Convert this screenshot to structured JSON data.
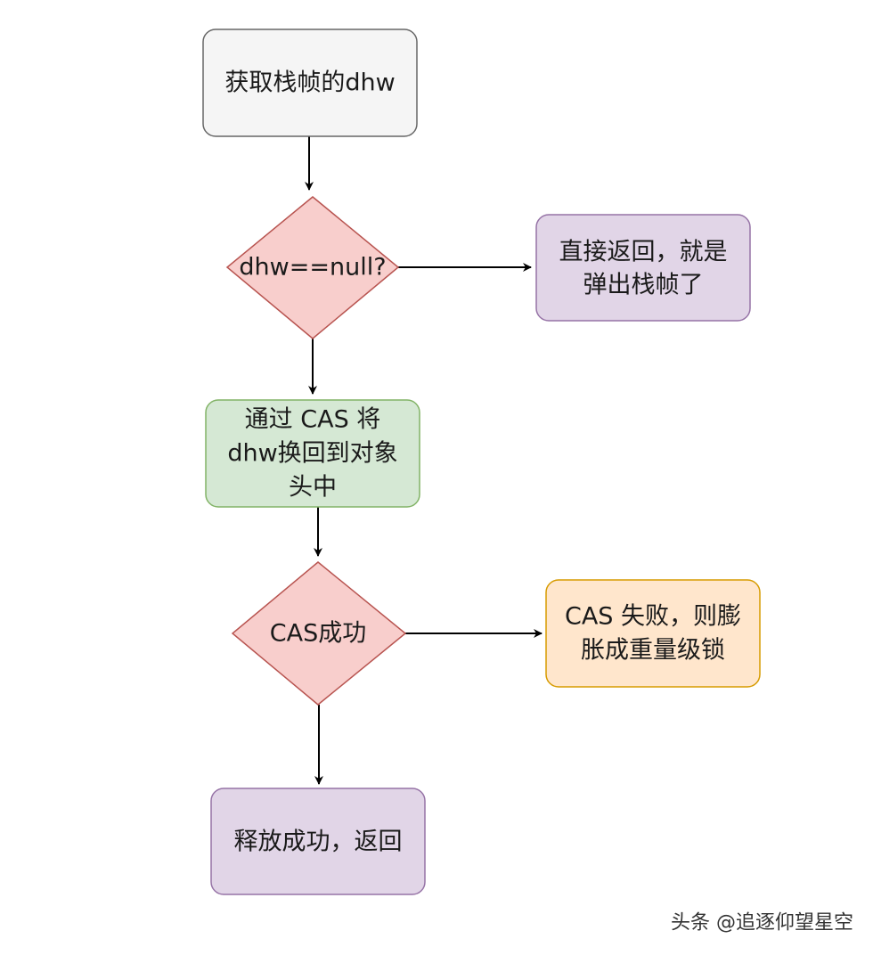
{
  "nodes": {
    "get_dhw": {
      "lines": [
        "获取栈帧的dhw"
      ],
      "fill": "#f5f5f5",
      "stroke": "#666666"
    },
    "check_null": {
      "lines": [
        "dhw==null?"
      ],
      "fill": "#f8cecc",
      "stroke": "#b85450"
    },
    "return_pop": {
      "lines": [
        "直接返回，就是",
        "弹出栈帧了"
      ],
      "fill": "#e1d5e7",
      "stroke": "#9673a6"
    },
    "cas_swap": {
      "lines": [
        "通过 CAS 将",
        "dhw换回到对象",
        "头中"
      ],
      "fill": "#d5e8d4",
      "stroke": "#82b366"
    },
    "cas_success": {
      "lines": [
        "CAS成功"
      ],
      "fill": "#f8cecc",
      "stroke": "#b85450"
    },
    "cas_fail": {
      "lines": [
        "CAS 失败，则膨",
        "胀成重量级锁"
      ],
      "fill": "#ffe6cc",
      "stroke": "#d79b00"
    },
    "release_ok": {
      "lines": [
        "释放成功，返回"
      ],
      "fill": "#e1d5e7",
      "stroke": "#9673a6"
    }
  },
  "watermark": "头条 @追逐仰望星空"
}
